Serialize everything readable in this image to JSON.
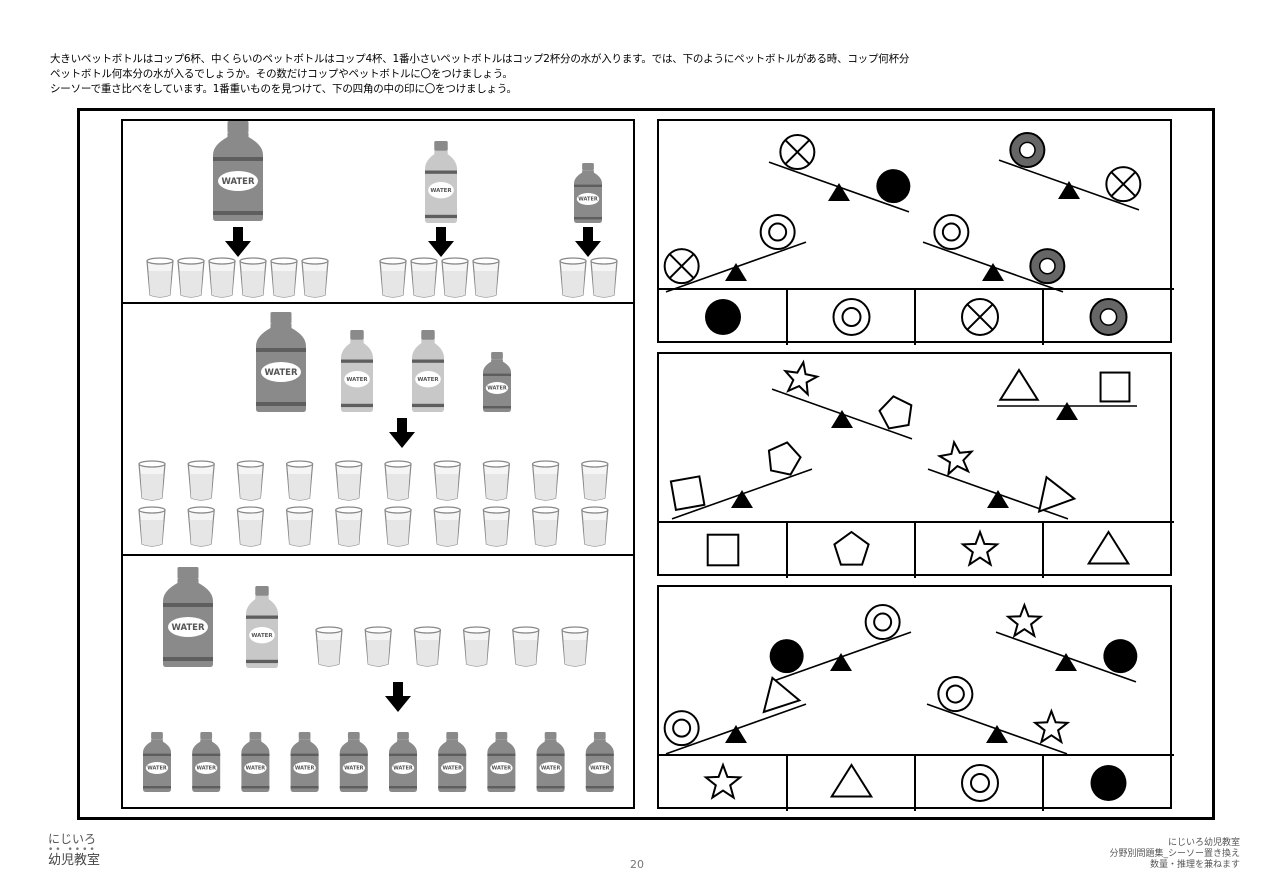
{
  "instructions": {
    "line1": "大きいペットボトルはコップ6杯、中くらいのペットボトルはコップ4杯、1番小さいペットボトルはコップ2杯分の水が入ります。では、下のようにペットボトルがある時、コップ何杯分",
    "line2": "ペットボトル何本分の水が入るでしょうか。その数だけコップやペットボトルに〇をつけましょう。",
    "line3": "シーソーで重さ比べをしています。1番重いものを見つけて、下の四角の中の印に〇をつけましょう。"
  },
  "bottle_label": "WATER",
  "left_panels": [
    {
      "top_bottles": [
        "large",
        "medium",
        "small"
      ],
      "cup_groups": [
        6,
        4,
        2
      ]
    },
    {
      "top_bottles": [
        "large",
        "medium",
        "medium",
        "small"
      ],
      "cups_rows": 2,
      "cups_per_row": 10
    },
    {
      "top_bottles": [
        "large",
        "medium"
      ],
      "top_cups": 6,
      "bottom_medium_bottles": 10
    }
  ],
  "seesaw_panels": [
    {
      "seesaws": [
        {
          "heavy": "black-circle",
          "light": "cross-circle"
        },
        {
          "heavy": "cross-circle",
          "light": "gray-ring"
        },
        {
          "heavy": "cross-circle",
          "light": "double-circle"
        },
        {
          "heavy": "gray-ring",
          "light": "double-circle"
        }
      ],
      "options": [
        "black-circle",
        "double-circle",
        "cross-circle",
        "gray-ring"
      ]
    },
    {
      "seesaws": [
        {
          "heavy": "pentagon",
          "light": "star"
        },
        {
          "heavy": "square",
          "light": "triangle"
        },
        {
          "heavy": "square",
          "light": "pentagon"
        },
        {
          "heavy": "triangle",
          "light": "star"
        }
      ],
      "options": [
        "square",
        "pentagon",
        "star",
        "triangle"
      ]
    },
    {
      "seesaws": [
        {
          "heavy": "black-circle",
          "light": "double-circle"
        },
        {
          "heavy": "black-circle",
          "light": "star"
        },
        {
          "heavy": "double-circle",
          "light": "triangle"
        },
        {
          "heavy": "star",
          "light": "double-circle"
        }
      ],
      "options": [
        "star",
        "triangle",
        "double-circle",
        "black-circle"
      ]
    }
  ],
  "footer": {
    "logo_line1": "にじいろ",
    "logo_dots": "•• ••••",
    "logo_line2": "幼児教室",
    "page_number": "20",
    "right_line1": "にじいろ幼児教室",
    "right_line2": "分野別問題集_シーソー置き換え",
    "right_line3": "数量・推理を兼ねます"
  },
  "colors": {
    "bottle_dark": "#8a8a8a",
    "bottle_light": "#c8c8c8",
    "cup_stroke": "#888888",
    "cup_fill": "#e6e6e6",
    "gray_ring": "#666666"
  }
}
